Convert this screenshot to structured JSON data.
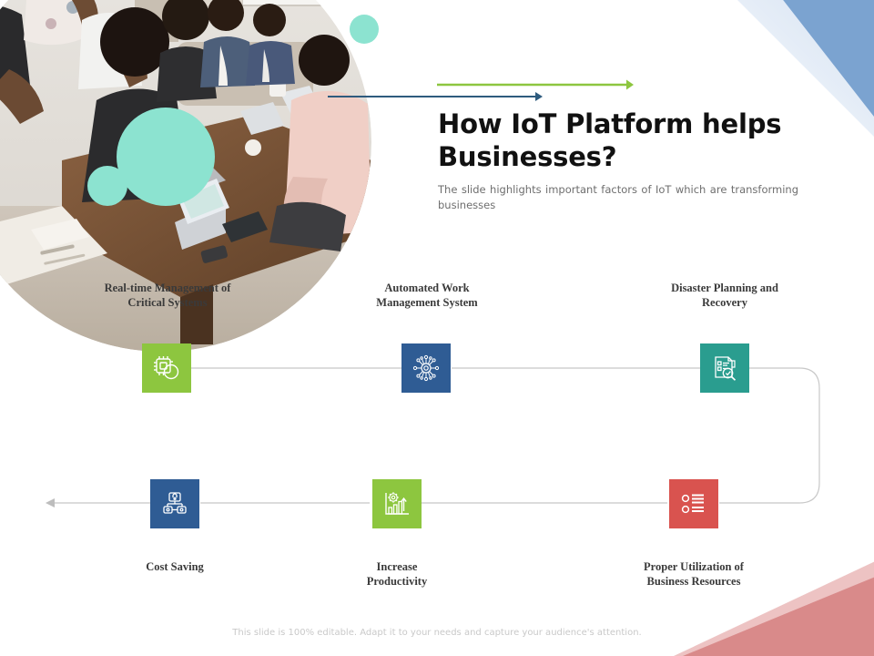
{
  "header": {
    "title_line1": "How IoT Platform helps",
    "title_line2": "Businesses?",
    "subtitle": "The slide highlights important factors of IoT which are transforming businesses"
  },
  "footer": {
    "note": "This slide is 100% editable. Adapt it to your needs and capture your audience's attention."
  },
  "colors": {
    "green": "#8DC63F",
    "blue": "#2F5C94",
    "teal": "#2A9D8F",
    "red": "#D9534F",
    "accent_teal_circle": "#8CE3D0",
    "corner_blue": "#7BA3D0",
    "corner_red": "#D98A8A",
    "arrow_green": "#8DC63F",
    "arrow_navy": "#2E5B7E",
    "connector_gray": "#BDBDBD",
    "title_text": "#111111",
    "subtitle_text": "#6E6E6E",
    "label_text": "#3A3A3A",
    "footer_text": "#C9C9C9"
  },
  "nodes": [
    {
      "id": "real-time-management",
      "label_line1": "Real-time Management of",
      "label_line2": "Critical Systems",
      "icon": "microchip-icon",
      "color": "#8DC63F",
      "row": "top"
    },
    {
      "id": "automated-work-management",
      "label_line1": "Automated Work",
      "label_line2": "Management System",
      "icon": "network-hub-icon",
      "color": "#2F5C94",
      "row": "top"
    },
    {
      "id": "disaster-planning-recovery",
      "label_line1": "Disaster Planning and",
      "label_line2": "Recovery",
      "icon": "document-search-icon",
      "color": "#2A9D8F",
      "row": "top"
    },
    {
      "id": "cost-saving",
      "label_line1": "Cost Saving",
      "label_line2": "",
      "icon": "secure-lock-network-icon",
      "color": "#2F5C94",
      "row": "bottom"
    },
    {
      "id": "increase-productivity",
      "label_line1": "Increase",
      "label_line2": "Productivity",
      "icon": "growth-chart-gear-icon",
      "color": "#8DC63F",
      "row": "bottom"
    },
    {
      "id": "proper-utilization-business-resources",
      "label_line1": "Proper Utilization of",
      "label_line2": "Business Resources",
      "icon": "bullet-list-icon",
      "color": "#D9534F",
      "row": "bottom"
    }
  ],
  "decorations": {
    "photo_alt": "team-meeting-photo",
    "header_arrow_green": "arrow-right-green",
    "header_arrow_navy": "arrow-right-navy",
    "flow_arrow_left": "arrow-left-gray"
  }
}
